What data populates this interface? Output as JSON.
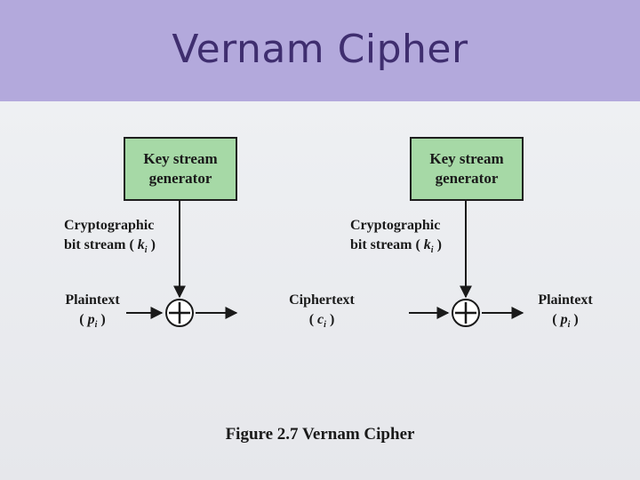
{
  "slide": {
    "title": "Vernam Cipher"
  },
  "diagram": {
    "left_key_box": "Key stream\ngenerator",
    "right_key_box": "Key stream\ngenerator",
    "left_bitstream": {
      "line1": "Cryptographic",
      "line2": "bit stream (",
      "var": "k",
      "sub": "i",
      "close": ")"
    },
    "right_bitstream": {
      "line1": "Cryptographic",
      "line2": "bit stream (",
      "var": "k",
      "sub": "i",
      "close": ")"
    },
    "left_input": {
      "line1": "Plaintext",
      "open": "(",
      "var": "p",
      "sub": "i",
      "close": ")"
    },
    "middle": {
      "line1": "Ciphertext",
      "open": "(",
      "var": "c",
      "sub": "i",
      "close": ")"
    },
    "right_output": {
      "line1": "Plaintext",
      "open": "(",
      "var": "p",
      "sub": "i",
      "close": ")"
    },
    "xor_symbol": "xor-icon",
    "caption": "Figure 2.7  Vernam Cipher"
  }
}
